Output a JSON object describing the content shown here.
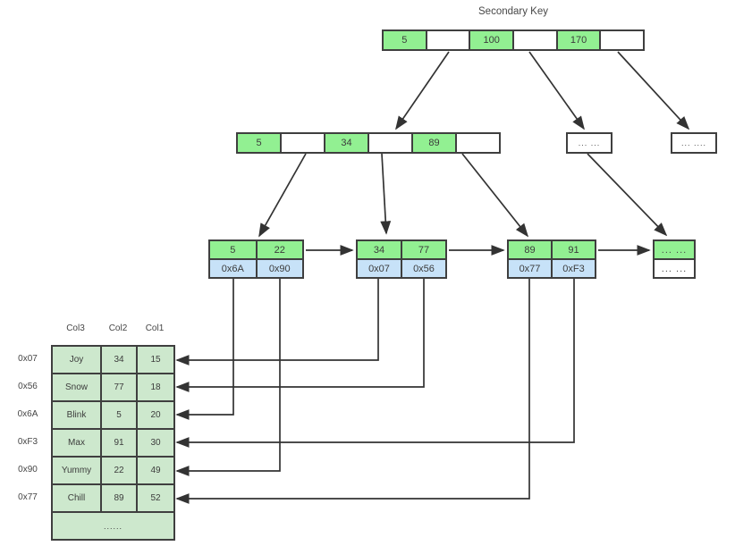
{
  "title": "Secondary Key",
  "colors": {
    "key_green": "#92f092",
    "pointer_blue": "#c7e2f8",
    "table_green": "#cde8cd",
    "border": "#3f3f3f",
    "arrow": "#333333"
  },
  "root": {
    "cells": [
      "5",
      "",
      "100",
      "",
      "170",
      ""
    ]
  },
  "internal": {
    "cells": [
      "5",
      "",
      "34",
      "",
      "89",
      ""
    ]
  },
  "more_boxes": {
    "left": "...  ...",
    "right": "...  ...."
  },
  "leaves": [
    {
      "keys": [
        "5",
        "22"
      ],
      "pointers": [
        "0x6A",
        "0x90"
      ]
    },
    {
      "keys": [
        "34",
        "77"
      ],
      "pointers": [
        "0x07",
        "0x56"
      ]
    },
    {
      "keys": [
        "89",
        "91"
      ],
      "pointers": [
        "0x77",
        "0xF3"
      ]
    },
    {
      "keys_text": "...  ...",
      "pointers_text": "...  ..."
    }
  ],
  "table": {
    "headers": [
      "Col3",
      "Col2",
      "Col1"
    ],
    "rows": [
      {
        "addr": "0x07",
        "cells": [
          "Joy",
          "34",
          "15"
        ]
      },
      {
        "addr": "0x56",
        "cells": [
          "Snow",
          "77",
          "18"
        ]
      },
      {
        "addr": "0x6A",
        "cells": [
          "Blink",
          "5",
          "20"
        ]
      },
      {
        "addr": "0xF3",
        "cells": [
          "Max",
          "91",
          "30"
        ]
      },
      {
        "addr": "0x90",
        "cells": [
          "Yummy",
          "22",
          "49"
        ]
      },
      {
        "addr": "0x77",
        "cells": [
          "Chill",
          "89",
          "52"
        ]
      }
    ],
    "ellipsis_row": "......"
  }
}
